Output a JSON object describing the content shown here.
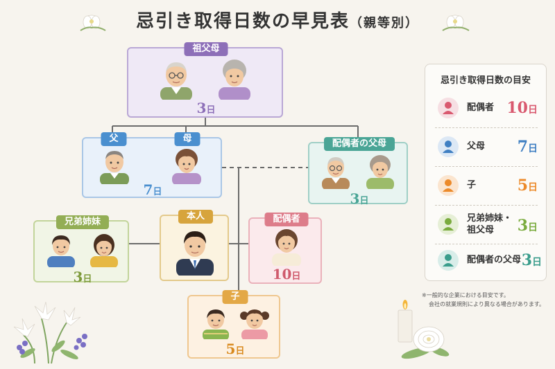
{
  "title": "忌引き取得日数の早見表",
  "subtitle": "（親等別）",
  "nodes": {
    "grandparents": {
      "label": "祖父母",
      "days": "3",
      "unit": "日"
    },
    "father": {
      "label": "父"
    },
    "mother": {
      "label": "母"
    },
    "parents": {
      "days": "7",
      "unit": "日"
    },
    "spouse_parents": {
      "label": "配偶者の父母",
      "days": "3",
      "unit": "日"
    },
    "siblings": {
      "label": "兄弟姉妹",
      "days": "3",
      "unit": "日"
    },
    "self": {
      "label": "本人"
    },
    "spouse": {
      "label": "配偶者",
      "days": "10",
      "unit": "日"
    },
    "child": {
      "label": "子",
      "days": "5",
      "unit": "日"
    }
  },
  "legend": {
    "title": "忌引き取得日数の目安",
    "items": [
      {
        "label": "配偶者",
        "days": "10",
        "unit": "日",
        "color": "#d9596f"
      },
      {
        "label": "父母",
        "days": "7",
        "unit": "日",
        "color": "#3f7fc2"
      },
      {
        "label": "子",
        "days": "5",
        "unit": "日",
        "color": "#ec8a2a"
      },
      {
        "label_line1": "兄弟姉妹・",
        "label_line2": "祖父母",
        "days": "3",
        "unit": "日",
        "color": "#7aab3e"
      },
      {
        "label": "配偶者の父母",
        "days": "3",
        "unit": "日",
        "color": "#3a9d8c"
      }
    ]
  },
  "note": {
    "line1": "※一般的な企業における目安です。",
    "line2": "会社の就業規則により異なる場合があります。"
  },
  "colors": {
    "purple": "#8d6fb8",
    "blue": "#4a8fcf",
    "teal": "#4aa596",
    "green": "#93ae55",
    "orange": "#e3a846",
    "pink": "#dd7c8a"
  }
}
